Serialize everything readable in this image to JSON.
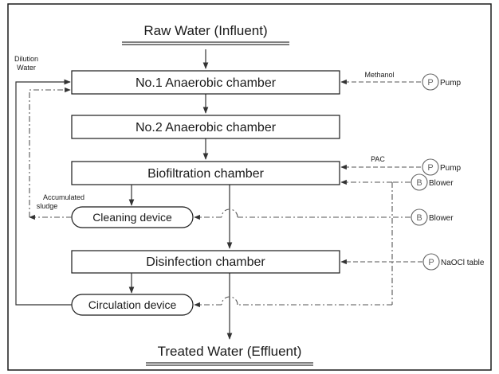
{
  "title": "Raw Water (Influent)",
  "output": "Treated Water (Effluent)",
  "chambers": {
    "no1": "No.1 Anaerobic chamber",
    "no2": "No.2 Anaerobic chamber",
    "biofiltration": "Biofiltration chamber",
    "disinfection": "Disinfection chamber"
  },
  "devices": {
    "cleaning": "Cleaning device",
    "circulation": "Circulation device"
  },
  "side_labels": {
    "dilution_line1": "Dilution",
    "dilution_line2": "Water",
    "accumulated_line1": "Accumulated",
    "accumulated_line2": "sludge"
  },
  "dosing": {
    "methanol": "Methanol",
    "pac": "PAC"
  },
  "equipment": {
    "pump_symbol": "P",
    "blower_symbol": "B",
    "pump_label": "Pump",
    "blower_label": "Blower",
    "naocl_label": "NaOCl table"
  }
}
